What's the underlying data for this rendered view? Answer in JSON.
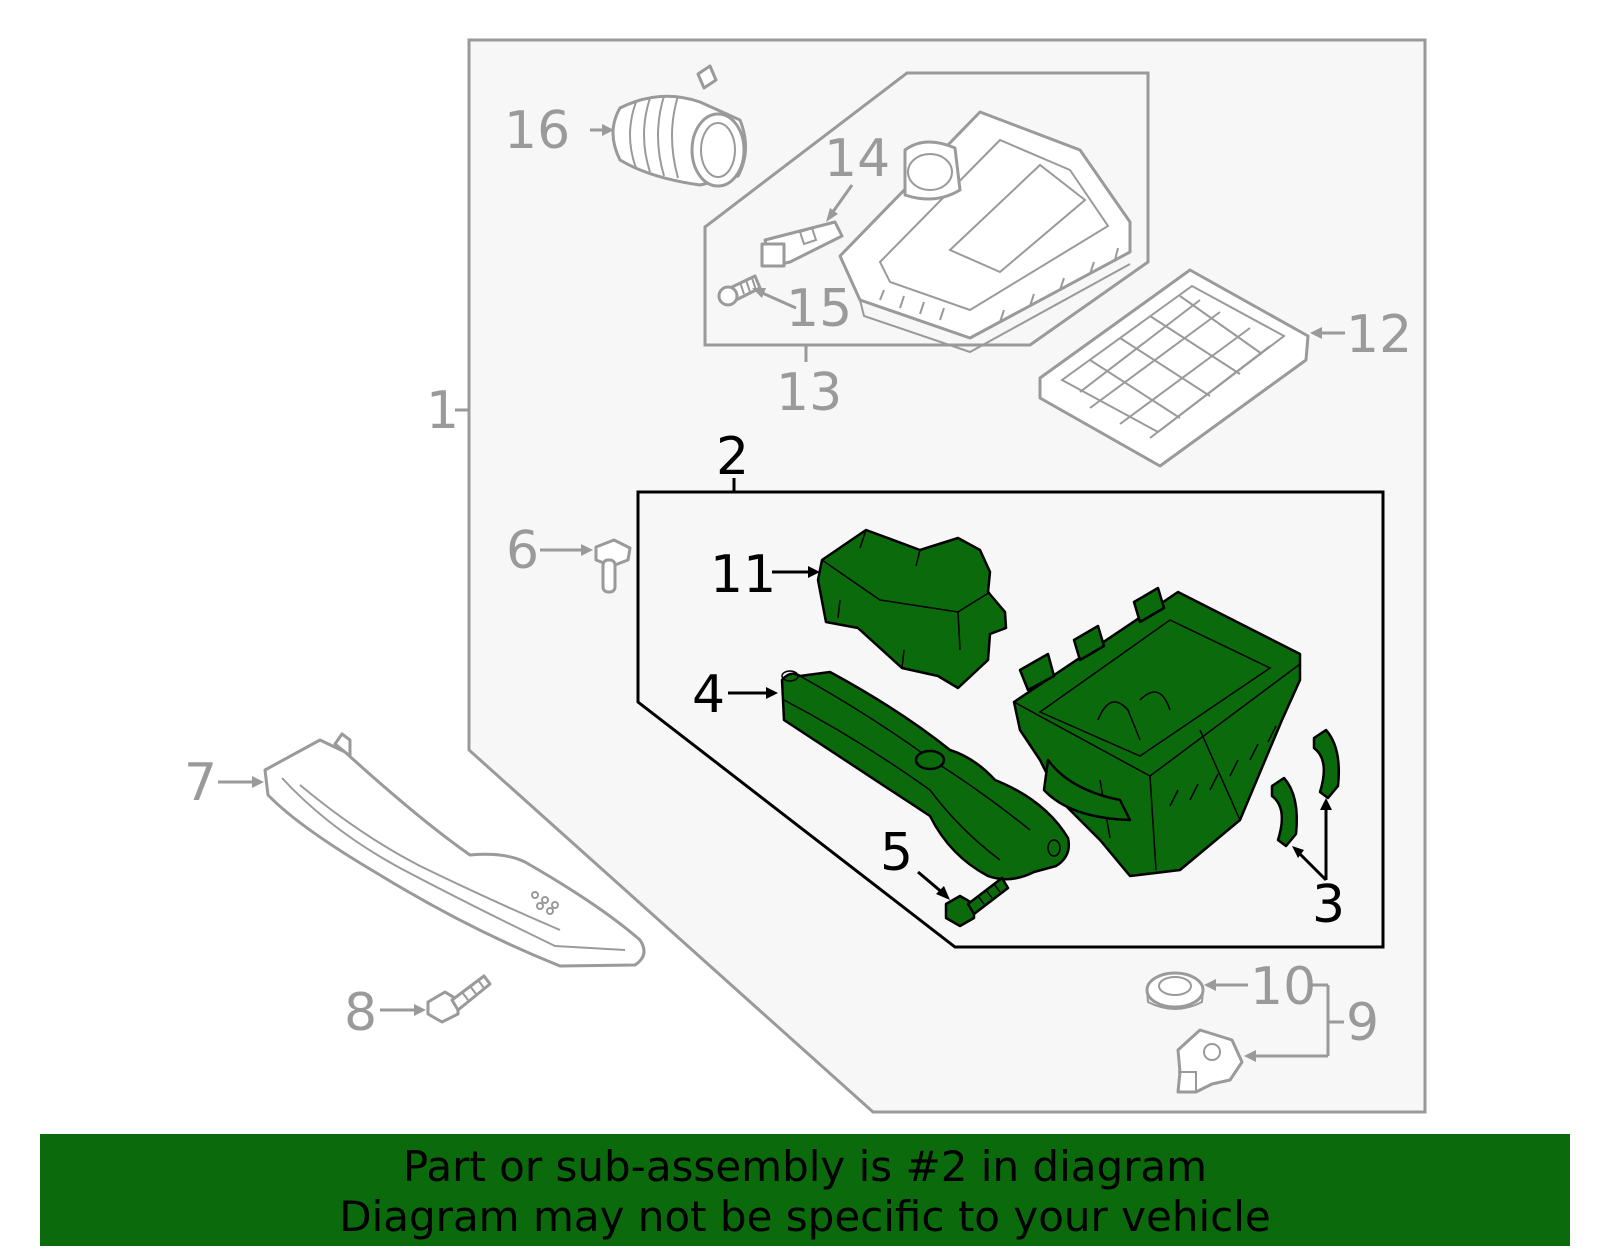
{
  "callouts": {
    "c1": "1",
    "c2": "2",
    "c3": "3",
    "c4": "4",
    "c5": "5",
    "c6": "6",
    "c7": "7",
    "c8": "8",
    "c9": "9",
    "c10": "10",
    "c11": "11",
    "c12": "12",
    "c13": "13",
    "c14": "14",
    "c15": "15",
    "c16": "16"
  },
  "banner": {
    "line1": "Part or sub-assembly is #2 in diagram",
    "line2": "Diagram may not be specific to your vehicle"
  },
  "colors": {
    "highlight": "#0b6a0b",
    "outline_grey": "#9a9a9a",
    "panel_bg": "#f7f7f7"
  }
}
